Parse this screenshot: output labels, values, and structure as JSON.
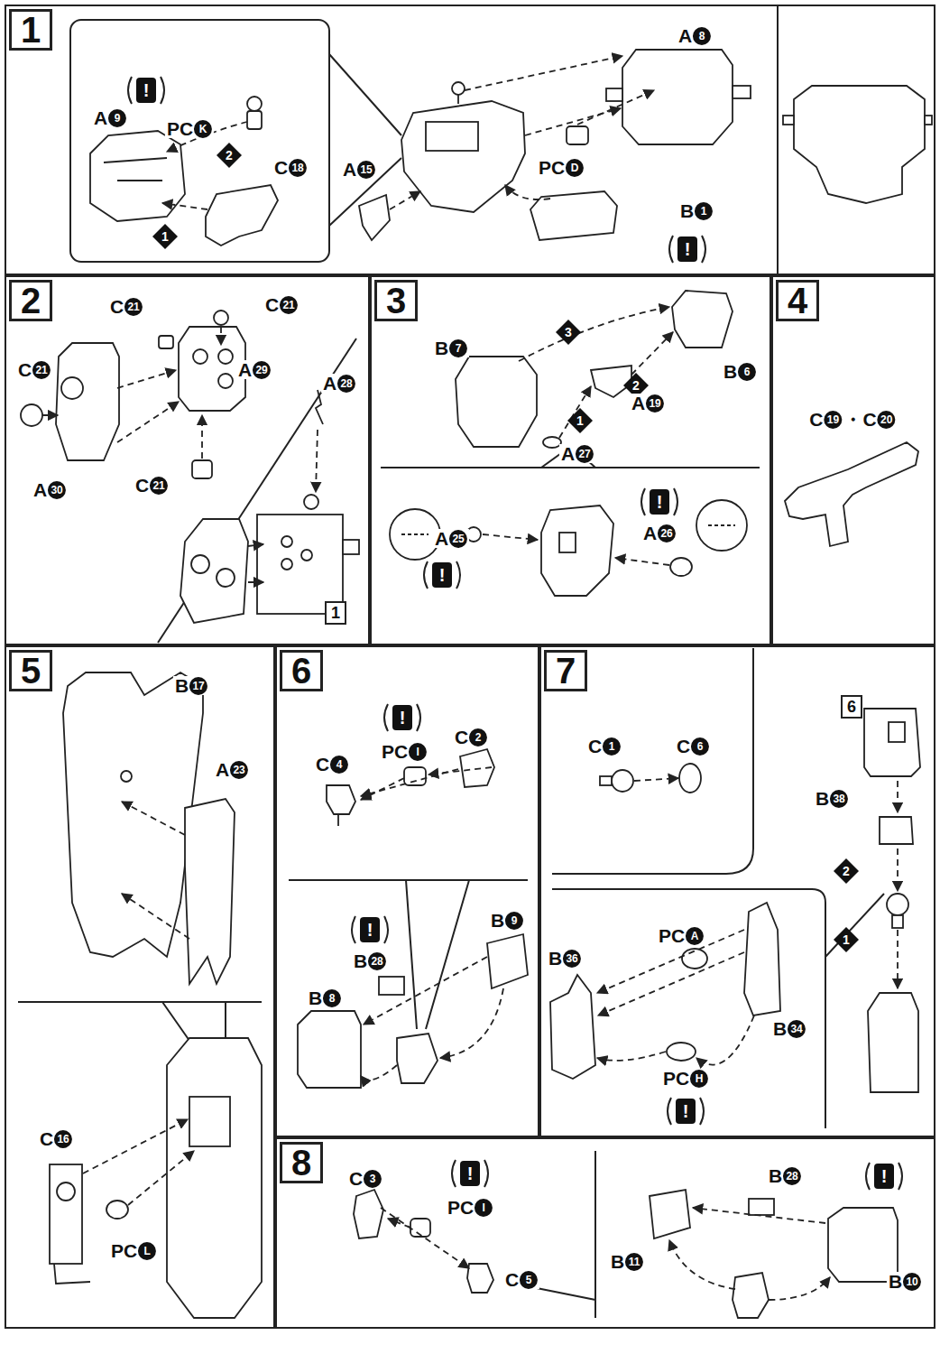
{
  "diagram": {
    "nodes": [
      {
        "text": [
          "1"
        ]
      },
      {
        "text": [
          "2"
        ]
      },
      {
        "text": [
          "1"
        ],
        "in": 1
      },
      {
        "text": [
          "3"
        ]
      },
      {
        "text": [
          "4"
        ]
      },
      {
        "text": [
          "5"
        ]
      },
      {
        "text": [
          "6"
        ]
      },
      {
        "text": [
          "7"
        ]
      },
      {
        "text": [
          "6"
        ],
        "in": 7
      },
      {
        "text": [
          "8"
        ]
      }
    ],
    "labels": [
      "!",
      "PCK",
      "A9",
      "2",
      "C18",
      "1",
      "A8",
      "A15",
      "PCD",
      "B1",
      "!",
      "C21",
      "C21",
      "C21",
      "A29",
      "A28",
      "C21",
      "A30",
      "B7",
      "3",
      "2",
      "B6",
      "A19",
      "1",
      "A27",
      "!",
      "A26",
      "A25",
      "!",
      "C19・C20",
      "B17",
      "A23",
      "C16",
      "PCL",
      "!",
      "PCI",
      "C2",
      "C4",
      "!",
      "B28",
      "B9",
      "B8",
      "C1",
      "C6",
      "B38",
      "2",
      "1",
      "B36",
      "PCA",
      "B34",
      "PCH",
      "!",
      "C3",
      "!",
      "PCI",
      "C5",
      "B28",
      "!",
      "B11",
      "B10"
    ]
  }
}
